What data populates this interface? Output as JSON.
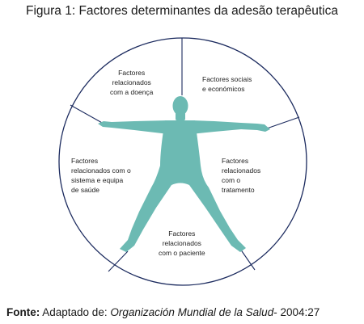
{
  "title": "Figura 1:  Factores determinantes da adesão terapêutica",
  "segments": [
    {
      "id": "doenca",
      "text": "Factores\nrelacionados\ncom a doença"
    },
    {
      "id": "sociais",
      "text": "Factores sociais\ne económicos"
    },
    {
      "id": "tratamento",
      "text": "Factores\nrelacionados\ncom o\ntratamento"
    },
    {
      "id": "paciente",
      "text": "Factores\nrelacionados\ncom o paciente"
    },
    {
      "id": "sistema",
      "text": "Factores\nrelacionados com o\nsistema e equipa\nde saúde"
    }
  ],
  "source": {
    "label": "Fonte:",
    "prefix": " Adaptado de: ",
    "work": "Organización Mundial de la Salud",
    "suffix": "- 2004:27"
  },
  "colors": {
    "figure": "#6cbab3",
    "circle_stroke": "#1b2a5e",
    "divider": "#1b2a5e"
  }
}
